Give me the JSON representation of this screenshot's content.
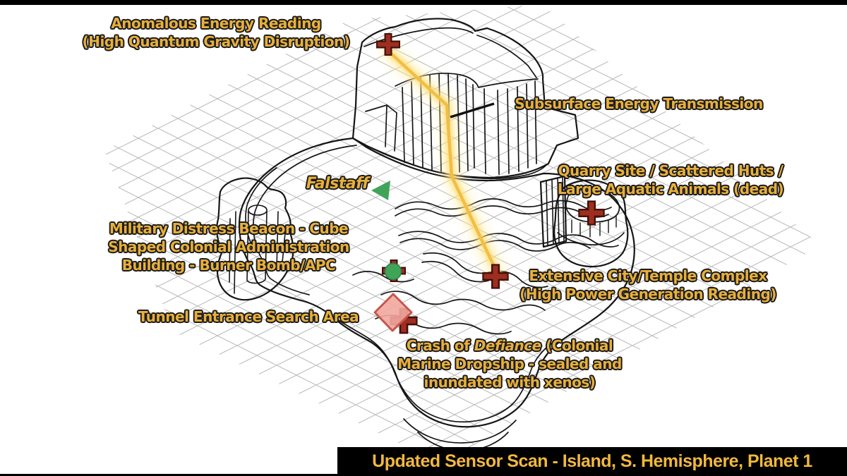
{
  "title_bar": {
    "text": "Updated Sensor Scan - Island, S. Hemisphere, Planet 1"
  },
  "labels": {
    "anomalous": {
      "line1": "Anomalous Energy Reading",
      "line2": "(High Quantum Gravity Disruption)"
    },
    "subsurface": {
      "line1": "Subsurface Energy Transmission"
    },
    "quarry": {
      "line1": "Quarry Site / Scattered Huts /",
      "line2": "Large Aquatic Animals (dead)"
    },
    "falstaff": {
      "line1": "Falstaff"
    },
    "beacon": {
      "line1": "Military Distress Beacon - Cube",
      "line2": "Shaped Colonial Administration",
      "line3": "Building - Burner Bomb/APC"
    },
    "city": {
      "line1": "Extensive City/Temple Complex",
      "line2": "(High Power Generation Reading)"
    },
    "tunnel": {
      "line1": "Tunnel Entrance Search Area"
    },
    "crash": {
      "pre": "Crash of ",
      "ship": "Defiance",
      "post": " (Colonial",
      "line2": "Marine Dropship - sealed and",
      "line3": "inundated with xenos)"
    }
  },
  "markers": [
    {
      "name": "anomalous-energy-cross",
      "shape": "cross"
    },
    {
      "name": "quarry-site-cross",
      "shape": "cross"
    },
    {
      "name": "distress-beacon-dot",
      "shape": "circle"
    },
    {
      "name": "falstaff-ship-triangle",
      "shape": "triangle"
    },
    {
      "name": "city-temple-cross",
      "shape": "cross"
    },
    {
      "name": "crash-site-cross",
      "shape": "cross"
    },
    {
      "name": "tunnel-search-area-diamond",
      "shape": "diamond"
    }
  ],
  "colors": {
    "label_text": "#E7AF3C",
    "label_outline": "#1A1A1A",
    "title_text": "#F2B83D",
    "beam_core": "#F2BE45",
    "beam_glow_inner": "#FFD966",
    "beam_glow_outer": "#FFEC9E",
    "marker_red": "#9E2E20",
    "marker_red_edge": "#43100A",
    "marker_green": "#3FA457",
    "marker_green_edge": "#2E7D44",
    "search_area_pink": "#F2A79F",
    "search_area_edge": "#C4574D",
    "grid_line": "#B8B8B8",
    "wireframe_line": "#151515",
    "letterbox": "#000000",
    "background": "#FFFFFF"
  }
}
